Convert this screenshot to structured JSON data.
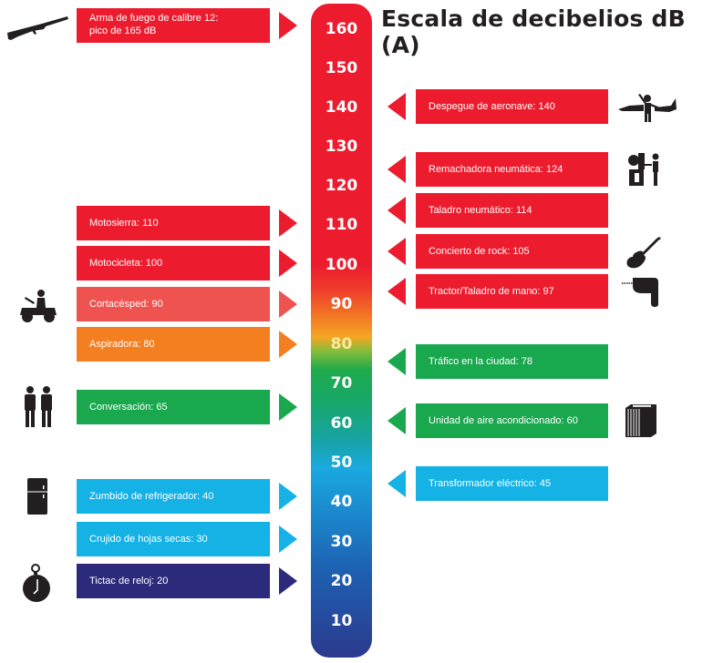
{
  "title": "Escala de decibelios dB (A)",
  "colors": {
    "red": "#ec1c2e",
    "light_red": "#ef5350",
    "orange": "#f47f20",
    "green": "#1aa84f",
    "cyan": "#15b2e6",
    "navy": "#2b2a7b"
  },
  "scale": {
    "ticks": [
      "160",
      "150",
      "140",
      "130",
      "120",
      "110",
      "100",
      "90",
      "80",
      "70",
      "60",
      "50",
      "40",
      "30",
      "20",
      "10"
    ]
  },
  "left_items": [
    {
      "line1": "Arma de fuego de calibre 12:",
      "line2": "pico de 165 dB",
      "icon": "shotgun-icon"
    },
    {
      "label": "Motosierra: 110",
      "icon": ""
    },
    {
      "label": "Motocicleta: 100",
      "icon": ""
    },
    {
      "label": "Cortacésped: 90",
      "icon": "lawnmower-icon"
    },
    {
      "label": "Aspiradora: 80",
      "icon": ""
    },
    {
      "label": "Conversación: 65",
      "icon": "people-icon"
    },
    {
      "label": "Zumbido de refrigerador: 40",
      "icon": "refrigerator-icon"
    },
    {
      "label": "Crujido de hojas secas: 30",
      "icon": ""
    },
    {
      "label": "Tictac de reloj: 20",
      "icon": "stopwatch-icon"
    }
  ],
  "right_items": [
    {
      "label": "Despegue de aeronave: 140",
      "icon": "airplane-icon"
    },
    {
      "label": "Remachadora neumática: 124",
      "icon": "riveter-icon"
    },
    {
      "label": "Taladro neumático: 114",
      "icon": ""
    },
    {
      "label": "Concierto de rock: 105",
      "icon": "guitar-icon"
    },
    {
      "label": "Tractor/Taladro de mano: 97",
      "icon": "drill-icon"
    },
    {
      "label": "Tráfico en la ciudad: 78",
      "icon": ""
    },
    {
      "label": "Unidad de aire acondicionado: 60",
      "icon": "air-conditioner-icon"
    },
    {
      "label": "Transformador eléctrico: 45",
      "icon": ""
    }
  ],
  "chart_data": {
    "type": "bar",
    "title": "Escala de decibelios dB (A)",
    "xlabel": "",
    "ylabel": "dB (A)",
    "ylim": [
      10,
      160
    ],
    "y_ticks": [
      160,
      150,
      140,
      130,
      120,
      110,
      100,
      90,
      80,
      70,
      60,
      50,
      40,
      30,
      20,
      10
    ],
    "categories": [
      "Arma de fuego de calibre 12 (pico)",
      "Despegue de aeronave",
      "Remachadora neumática",
      "Taladro neumático",
      "Motosierra",
      "Concierto de rock",
      "Motocicleta",
      "Tractor/Taladro de mano",
      "Cortacésped",
      "Aspiradora",
      "Tráfico en la ciudad",
      "Conversación",
      "Unidad de aire acondicionado",
      "Transformador eléctrico",
      "Zumbido de refrigerador",
      "Crujido de hojas secas",
      "Tictac de reloj"
    ],
    "values": [
      165,
      140,
      124,
      114,
      110,
      105,
      100,
      97,
      90,
      80,
      78,
      65,
      60,
      45,
      40,
      30,
      20
    ],
    "legend": [],
    "annotations": [
      "Arma de fuego de calibre 12: pico de 165 dB"
    ],
    "grid": false
  }
}
